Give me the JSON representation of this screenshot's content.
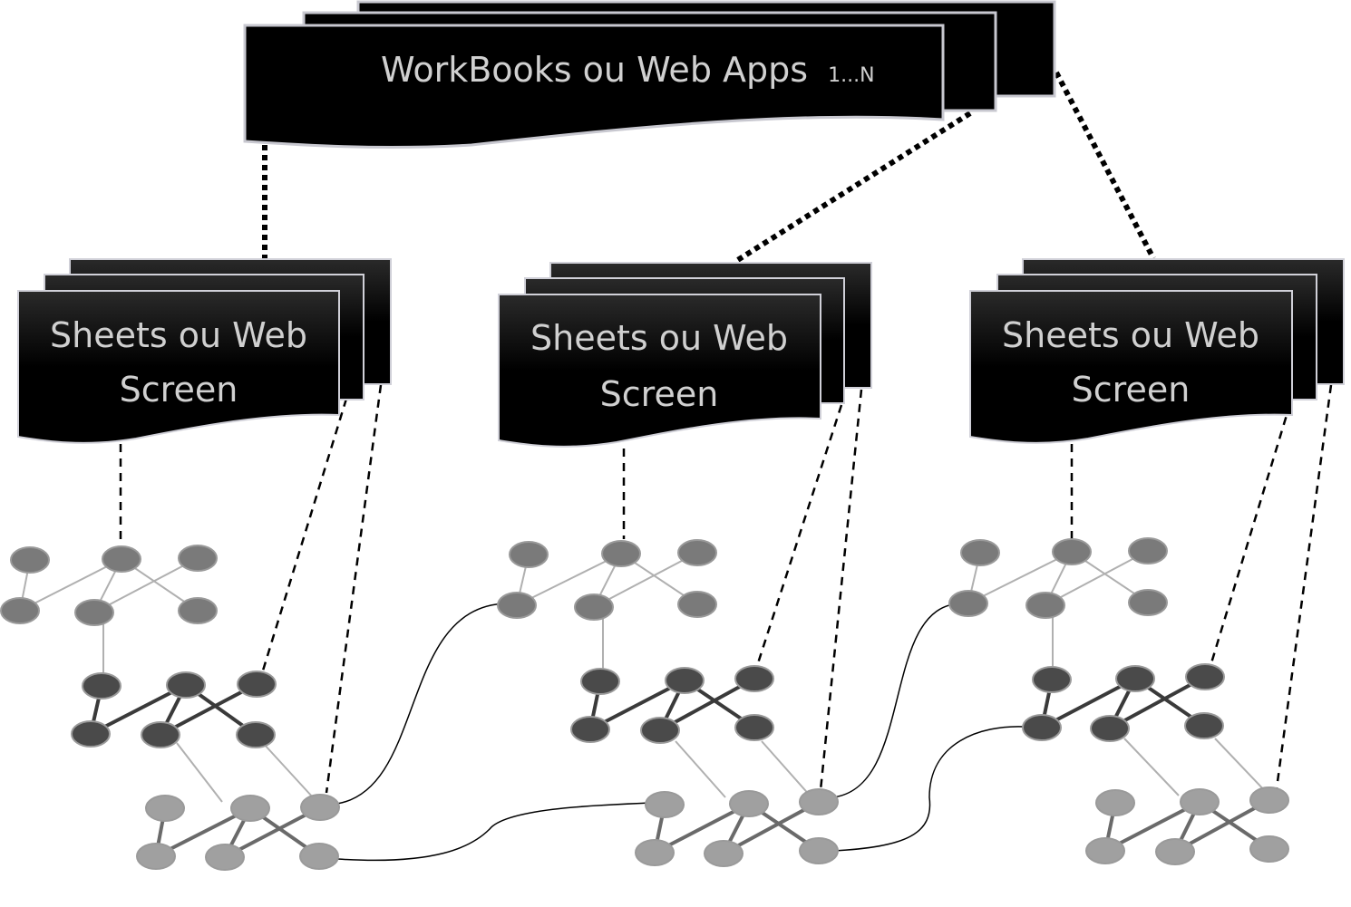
{
  "workbooks": {
    "title": "WorkBooks ou Web Apps",
    "subscript": "1...N"
  },
  "sheets": [
    {
      "line1": "Sheets ou Web",
      "line2": "Screen"
    },
    {
      "line1": "Sheets ou Web",
      "line2": "Screen"
    },
    {
      "line1": "Sheets ou Web",
      "line2": "Screen"
    }
  ],
  "colors": {
    "doc_fill": "#000000",
    "doc_border": "#c8c8d0",
    "text": "#d0d0d0",
    "node_light": "#7a7a7a",
    "node_dark": "#4a4a4a",
    "node_pale": "#a0a0a0"
  }
}
